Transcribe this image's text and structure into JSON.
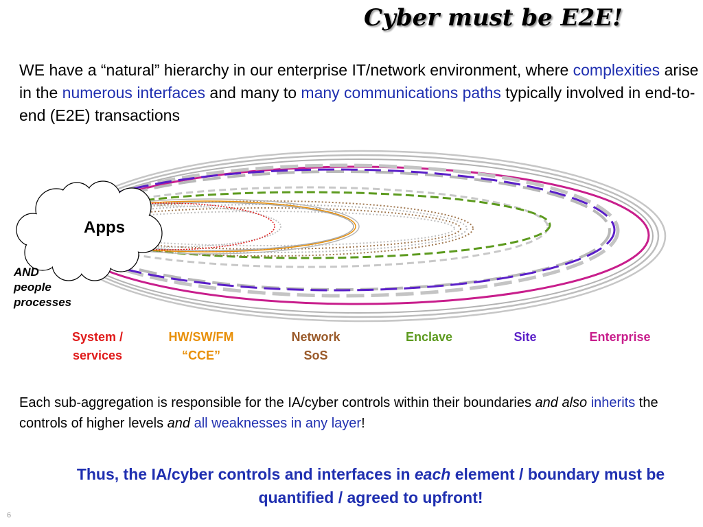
{
  "title": "Cyber must be E2E!",
  "intro": {
    "t1": "WE have a  “natural” hierarchy in our enterprise IT/network environment, where ",
    "h1": "complexities",
    "t2": " arise in the ",
    "h2": "numerous interfaces",
    "t3": " and many to ",
    "h3": "many communications paths",
    "t4": " typically involved in end-to-end (E2E) transactions"
  },
  "diagram": {
    "apps_label": "Apps",
    "people_label": [
      "AND",
      "people",
      "processes"
    ],
    "layers": [
      {
        "line1": "System /",
        "line2": "services",
        "color": "#e01b1b"
      },
      {
        "line1": "HW/SW/FM",
        "line2": "“CCE”",
        "color": "#e8900a"
      },
      {
        "line1": "Network",
        "line2": "SoS",
        "color": "#9a5a2a"
      },
      {
        "line1": "Enclave",
        "line2": "",
        "color": "#5c9a1e"
      },
      {
        "line1": "Site",
        "line2": "",
        "color": "#5a1fc8"
      },
      {
        "line1": "Enterprise",
        "line2": "",
        "color": "#c81e8c"
      }
    ]
  },
  "para2": {
    "t1": "Each sub-aggregation is responsible for the IA/cyber controls within their boundaries ",
    "i1": "and also",
    "h1": "inherits",
    "t2": " the controls of higher levels  ",
    "i2": "and",
    "h2": "all weaknesses in any layer",
    "t3": "!"
  },
  "conclusion": {
    "t1": "Thus, the IA/cyber controls and interfaces in ",
    "em": "each",
    "t2": " element / boundary must be quantified / agreed to upfront!"
  },
  "slide_number": "6"
}
